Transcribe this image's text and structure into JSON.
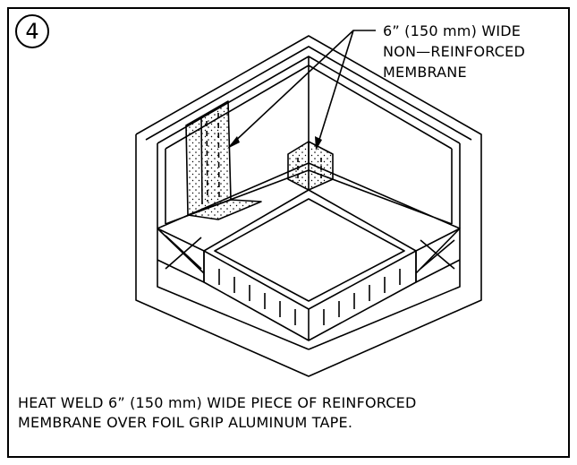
{
  "step_number": "4",
  "callout": {
    "line1": "6” (150 mm) WIDE",
    "line2": "NON—REINFORCED",
    "line3": "MEMBRANE"
  },
  "caption": {
    "line1": "HEAT WELD 6” (150 mm) WIDE PIECE OF REINFORCED",
    "line2": "MEMBRANE OVER FOIL GRIP ALUMINUM TAPE."
  }
}
